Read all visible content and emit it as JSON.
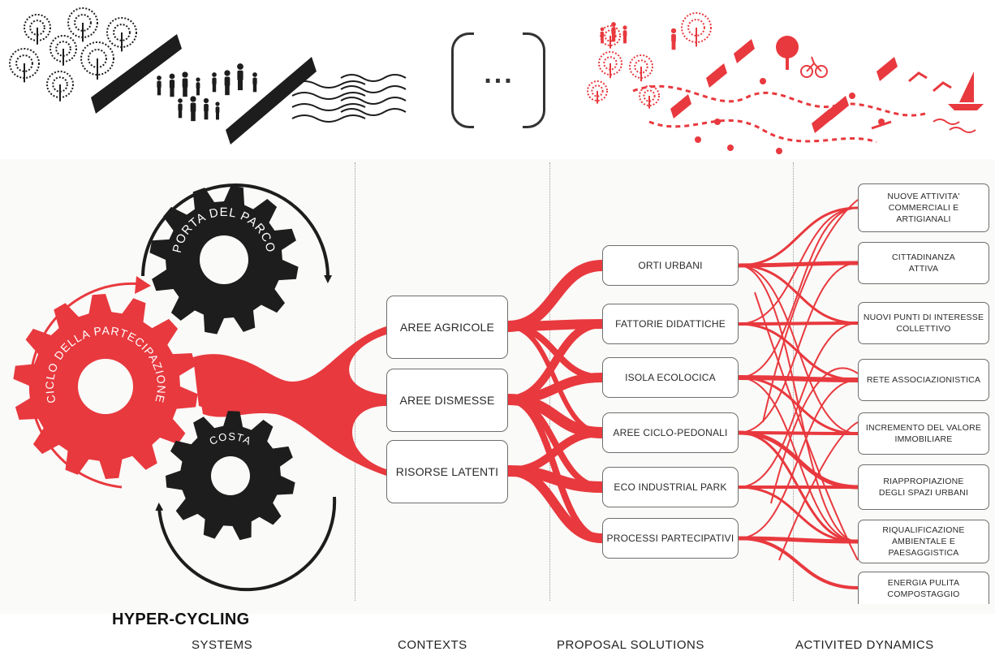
{
  "title": "HYPER-CYCLING",
  "column_headers": {
    "systems": "SYSTEMS",
    "contexts": "CONTEXTS",
    "proposal": "PROPOSAL SOLUTIONS",
    "dynamics": "ACTIVITED DYNAMICS"
  },
  "gears": {
    "porta": "PORTA DEL PARCO",
    "ciclo": "CICLO DELLA PARTECIPAZIONE",
    "costa": "COSTA"
  },
  "ellipsis": "...",
  "contexts": [
    "AREE AGRICOLE",
    "AREE DISMESSE",
    "RISORSE LATENTI"
  ],
  "solutions": [
    "ORTI URBANI",
    "FATTORIE DIDATTICHE",
    "ISOLA ECOLOCICA",
    "AREE CICLO-PEDONALI",
    "ECO INDUSTRIAL PARK",
    "PROCESSI  PARTECIPATIVI"
  ],
  "dynamics": [
    [
      "NUOVE ATTIVITA'",
      "COMMERCIALI E",
      "ARTIGIANALI"
    ],
    [
      "CITTADINANZA",
      "ATTIVA"
    ],
    [
      "NUOVI PUNTI DI INTERESSE",
      "COLLETTIVO"
    ],
    [
      "RETE  ASSOCIAZIONISTICA"
    ],
    [
      "INCREMENTO DEL VALORE",
      "IMMOBILIARE"
    ],
    [
      "RIAPPROPIAZIONE",
      "DEGLI SPAZI URBANI"
    ],
    [
      "RIQUALIFICAZIONE",
      "AMBIENTALE E",
      "PAESAGGISTICA"
    ],
    [
      "ENERGIA PULITA",
      "COMPOSTAGGIO"
    ]
  ],
  "colors": {
    "accent": "#e8393e",
    "dark": "#1d1d1d",
    "box_border": "#6e6e6e"
  },
  "icons": {
    "top_left": [
      "tree-icon",
      "wall-icon",
      "family-icon",
      "water-waves-icon"
    ],
    "top_right": [
      "tree-icon",
      "family-icon",
      "person-icon",
      "bicycle-icon",
      "sailboat-icon",
      "swimmer-icon",
      "flower-icon",
      "wall-icon"
    ]
  }
}
